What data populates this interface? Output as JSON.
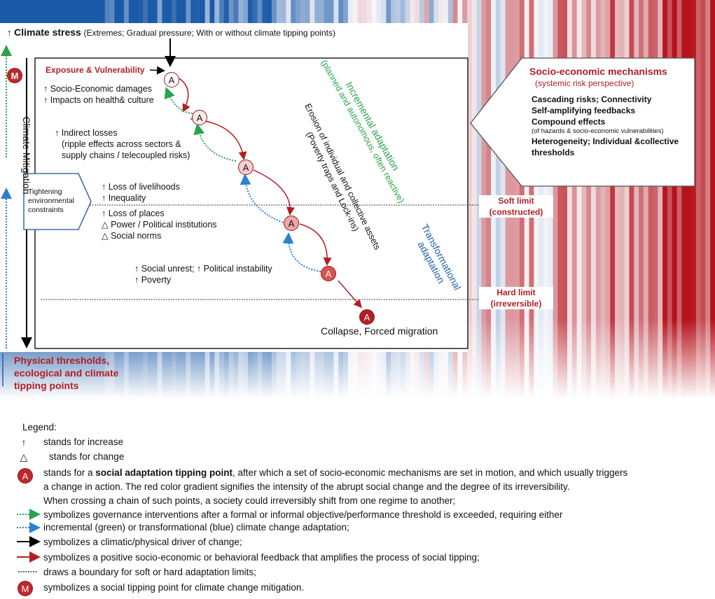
{
  "colors": {
    "accent_red": "#b11f24",
    "incremental_green": "#2aa34a",
    "transformational_blue": "#1f5fa8",
    "stripe_blue": "#1b5aa8",
    "stripe_red": "#b5121b"
  },
  "top": {
    "arrow": "↑",
    "stress_title": "Climate stress",
    "stress_detail": "(Extremes; Gradual pressure; With or without climate tipping points)"
  },
  "left": {
    "m_symbol": "M",
    "mitigation_label": "Climate Mitigation",
    "bottom_lines": [
      "Physical thresholds,",
      "ecological and climate",
      "tipping points"
    ]
  },
  "constraint_box": [
    "Tightening",
    "environmental",
    "constraints"
  ],
  "exposure": "Exposure & Vulnerability",
  "impacts": {
    "group1": [
      "↑ Socio-Economic damages",
      "↑ Impacts on health& culture"
    ],
    "group2": [
      "↑ Indirect losses",
      "(ripple effects across sectors &",
      "supply chains /  telecoupled risks)"
    ],
    "group3": [
      "↑ Loss of livelihoods",
      "↑ Inequality"
    ],
    "group4": [
      "↑ Loss of places",
      "△ Power / Political institutions",
      "△ Social norms"
    ],
    "group5": [
      "↑ Social unrest; ↑ Political instability",
      "↑ Poverty"
    ],
    "collapse": "Collapse, Forced migration"
  },
  "node_symbol": "A",
  "diagonal": {
    "erosion_line1": "Erosion of individual and collective assets",
    "erosion_line2": "(Poverty traps and Lock-ins)",
    "incremental_line1": "Incremental adaptation",
    "incremental_line2": "(planned and autonomous, often reactive)",
    "transformational_line1": "Transformational",
    "transformational_line2": "adaptation"
  },
  "limits": {
    "soft_title": "Soft limit",
    "soft_sub": "(constructed)",
    "hard_title": "Hard limit",
    "hard_sub": "(irreversible)"
  },
  "socio_box": {
    "title": "Socio-economic mechanisms",
    "subtitle": "(systemic risk perspective)",
    "line1": "Cascading risks; Connectivity",
    "line2": "Self-amplifying feedbacks",
    "line3": "Compound effects",
    "line4": "(of hazards & socio-economic vulnerabilities)",
    "line5": "Heterogeneity; Individual &collective",
    "line6": "thresholds"
  },
  "legend": {
    "title": "Legend:",
    "increase_symbol": "↑",
    "increase_text": "stands for increase",
    "change_symbol": "△",
    "change_text": "stands for change",
    "tipping_pre": "stands for a ",
    "tipping_bold": "social adaptation tipping point",
    "tipping_post": ", after which a set of socio-economic mechanisms are set in motion, and which usually triggers",
    "tipping_line2": "a change in action. The red color gradient  signifies the intensity of the abrupt social change and the degree of its irreversibility.",
    "tipping_line3": "When crossing a chain of such points, a society could irreversibly shift from one regime to another;",
    "governance_line1": "symbolizes governance interventions after a formal or informal objective/performance threshold is exceeded, requiring either",
    "governance_line2": "incremental (green) or transformational (blue) climate change adaptation;",
    "climatic_text": "symbolizes a climatic/physical driver of change;",
    "feedback_text": "symbolizes a positive socio-economic or behavioral feedback that amplifies the process of social tipping;",
    "boundary_text": "draws a boundary for soft or hard adaptation limits;",
    "mitigation_text": "symbolizes a social tipping point for climate change mitigation."
  }
}
